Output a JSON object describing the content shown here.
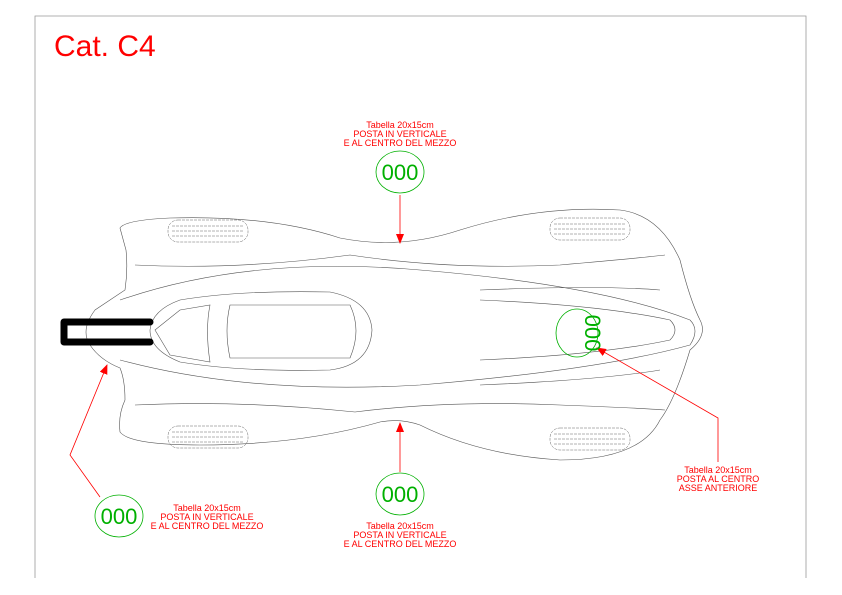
{
  "title": "Cat. C4",
  "plates": [
    {
      "number": "000",
      "line1": "Tabella 20x15cm",
      "line2": "POSTA IN VERTICALE",
      "line3": "E AL CENTRO DEL MEZZO"
    },
    {
      "number": "000",
      "line1": "Tabella 20x15cm",
      "line2": "POSTA AL CENTRO",
      "line3": "ASSE ANTERIORE"
    },
    {
      "number": "000",
      "line1": "Tabella 20x15cm",
      "line2": "POSTA IN VERTICALE",
      "line3": "E AL CENTRO DEL MEZZO"
    },
    {
      "number": "000",
      "line1": "Tabella 20x15cm",
      "line2": "POSTA IN VERTICALE",
      "line3": "E AL CENTRO DEL MEZZO"
    }
  ],
  "colors": {
    "annotation": "#ff0000",
    "plate": "#00b000",
    "outline": "#444444"
  }
}
